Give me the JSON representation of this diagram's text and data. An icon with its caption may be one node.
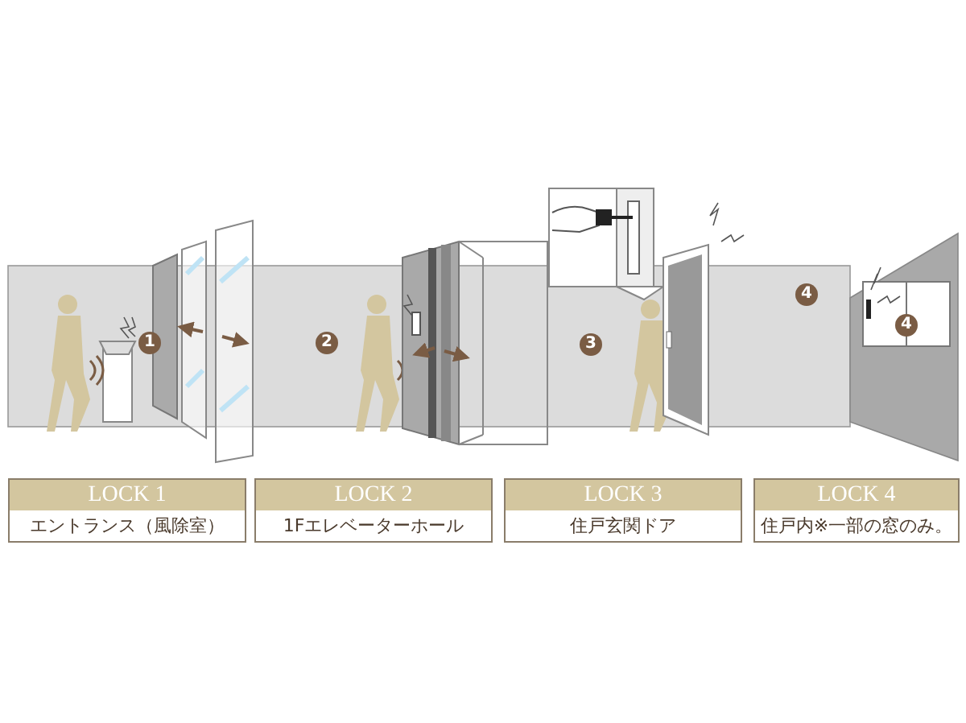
{
  "diagram": {
    "nodes": [
      {
        "text": [
          "LOCK 1",
          "エントランス（風除室）"
        ]
      },
      {
        "text": [
          "LOCK 2",
          "1Fエレベーターホール"
        ]
      },
      {
        "text": [
          "LOCK 3",
          "住戸玄関ドア"
        ]
      },
      {
        "text": [
          "LOCK 4",
          "住戸内※一部の窓のみ。"
        ]
      }
    ],
    "labels": [
      "1",
      "2",
      "3",
      "4",
      "4"
    ]
  }
}
